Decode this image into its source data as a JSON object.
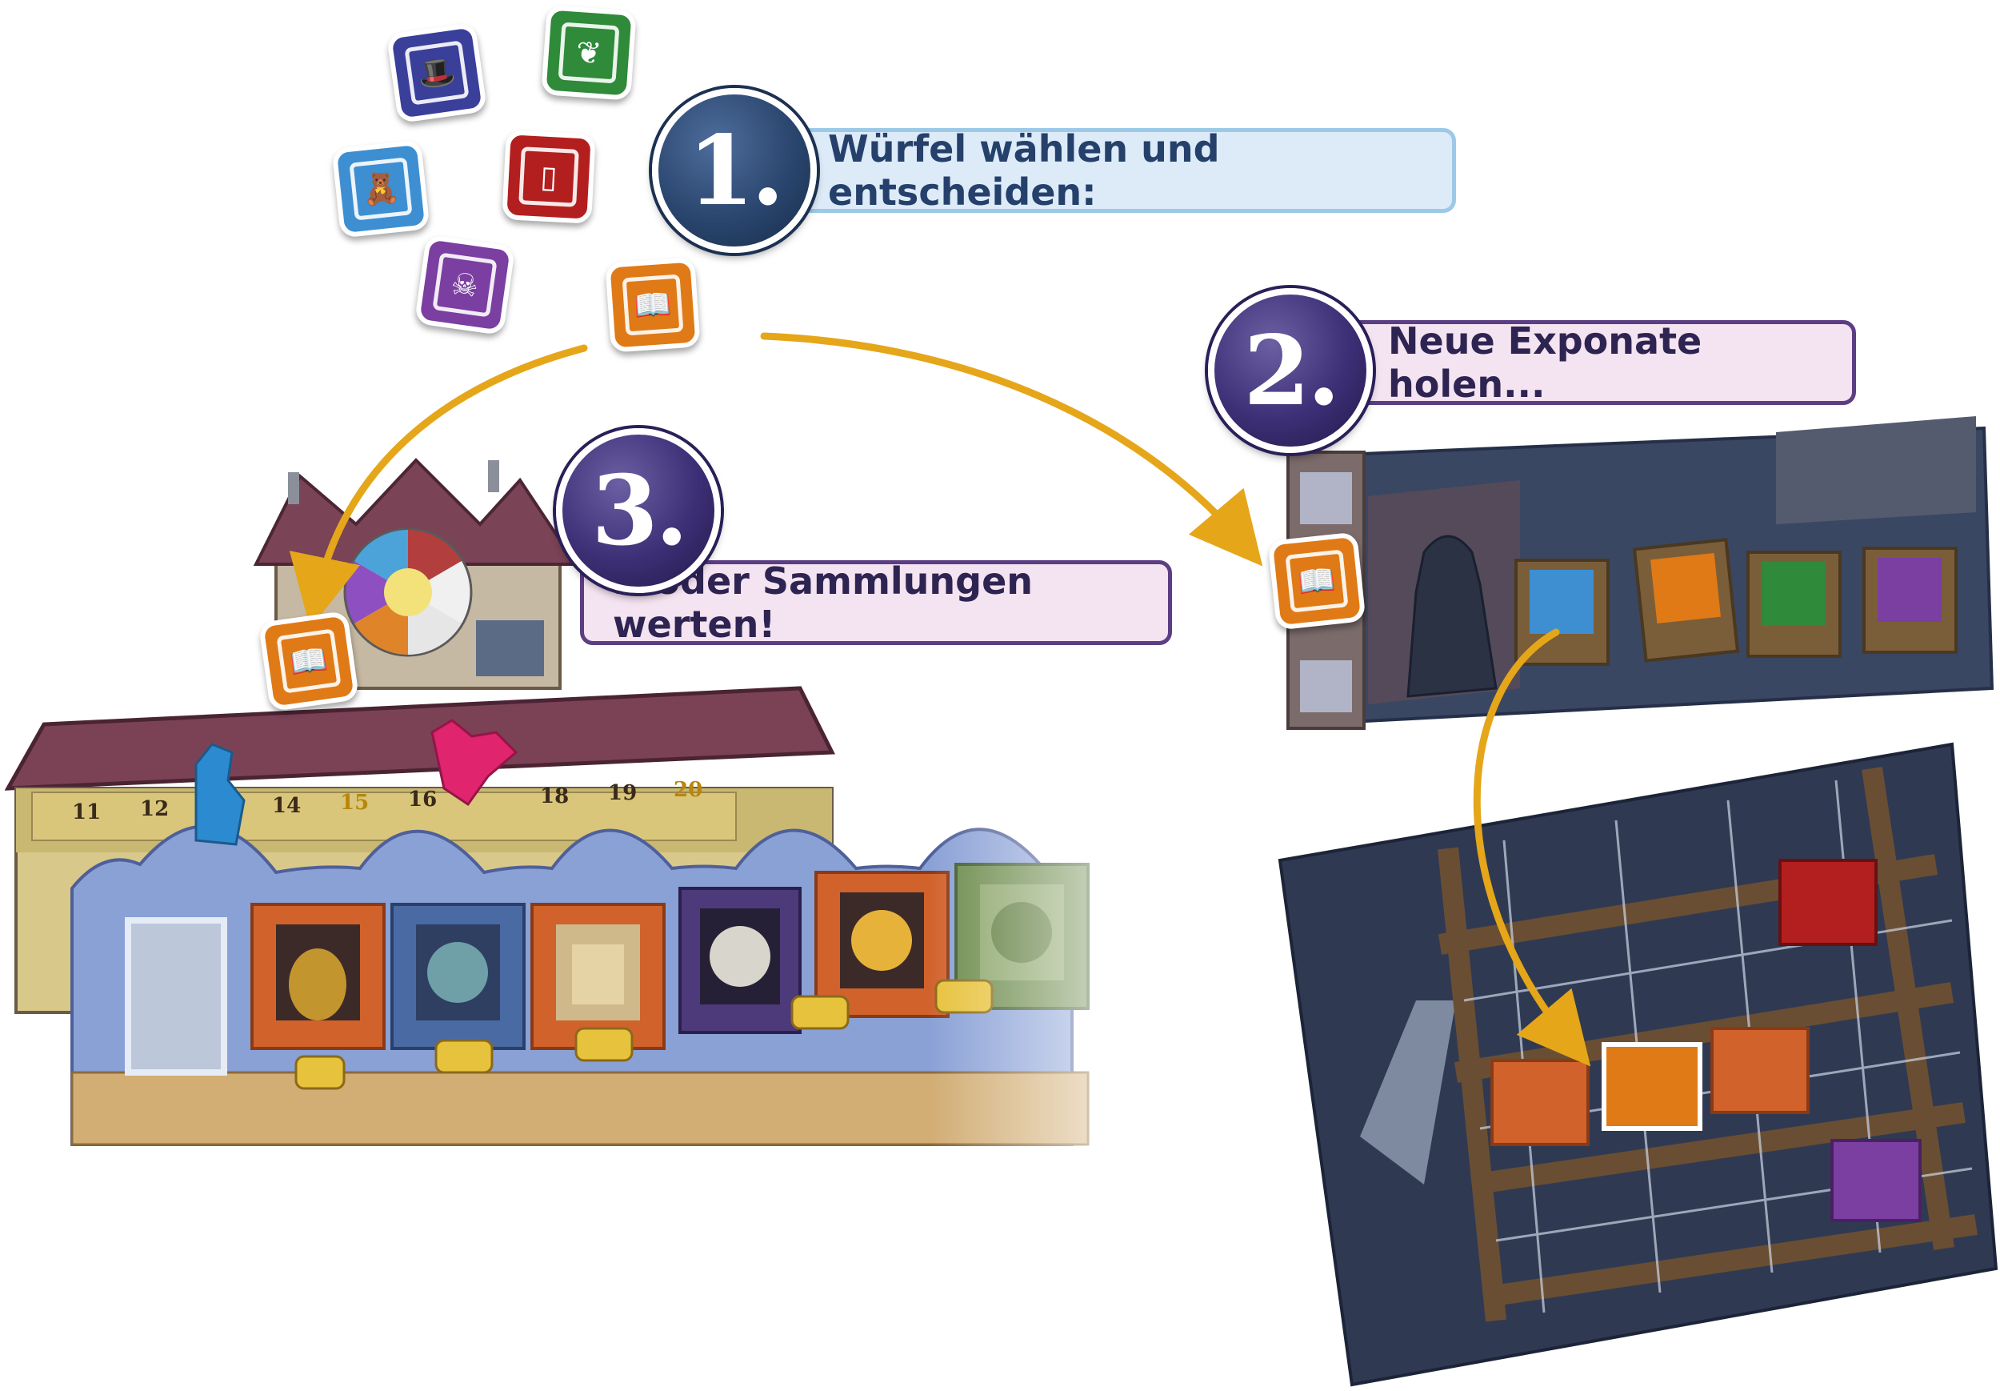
{
  "steps": [
    {
      "number": "1.",
      "text": "Würfel wählen und entscheiden:"
    },
    {
      "number": "2.",
      "text": "Neue Exponate holen..."
    },
    {
      "number": "3.",
      "text": "...oder Sammlungen werten!"
    }
  ],
  "score_track": {
    "numbers": [
      "11",
      "12",
      "14",
      "15",
      "16",
      "18",
      "19",
      "20"
    ]
  },
  "dice": [
    {
      "color": "#3a3f9a",
      "icon": "top-hat-icon",
      "glyph": "🎩"
    },
    {
      "color": "#2f8a3a",
      "icon": "leaf-icon",
      "glyph": "❦"
    },
    {
      "color": "#3d8fd2",
      "icon": "teddy-bear-icon",
      "glyph": "🧸"
    },
    {
      "color": "#b31f1f",
      "icon": "frame-icon",
      "glyph": "▯"
    },
    {
      "color": "#7b3ea1",
      "icon": "skull-icon",
      "glyph": "☠"
    },
    {
      "color": "#e07a16",
      "icon": "book-icon",
      "glyph": "📖"
    }
  ],
  "colors": {
    "arrow": "#e5a619",
    "step_circle": "#3d2f76",
    "label_blue": "#dcebf7",
    "label_pink": "#f4e3f0"
  }
}
